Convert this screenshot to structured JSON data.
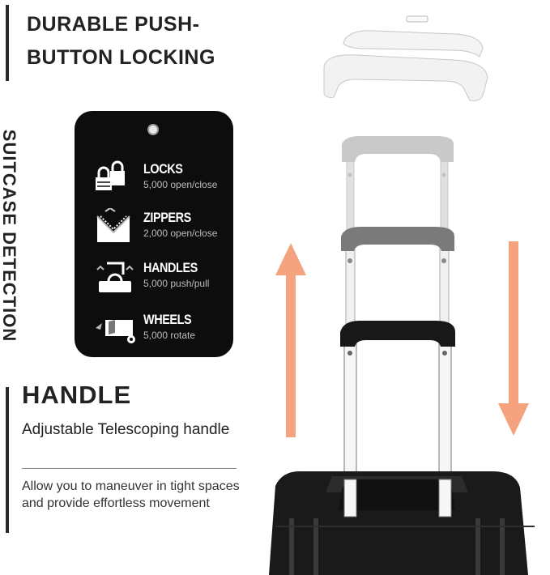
{
  "header": {
    "line1": "DURABLE PUSH-",
    "line2": "BUTTON LOCKING"
  },
  "side_title": "SUITCASE DETECTION",
  "tag": {
    "features": [
      {
        "icon": "padlock-icon",
        "title": "LOCKS",
        "sub": "5,000 open/close"
      },
      {
        "icon": "zipper-icon",
        "title": "ZIPPERS",
        "sub": "2,000 open/close"
      },
      {
        "icon": "suitcase-handle-icon",
        "title": "HANDLES",
        "sub": "5,000 push/pull"
      },
      {
        "icon": "wheel-icon",
        "title": "WHEELS",
        "sub": "5,000 rotate"
      }
    ]
  },
  "handle_section": {
    "title": "HANDLE",
    "subtitle": "Adjustable Telescoping handle",
    "description": "Allow you to maneuver in tight spaces and provide effortless movement"
  },
  "colors": {
    "arrow": "#f5a27e",
    "tag_bg": "#0d0d0d",
    "suitcase": "#1a1a1a"
  }
}
